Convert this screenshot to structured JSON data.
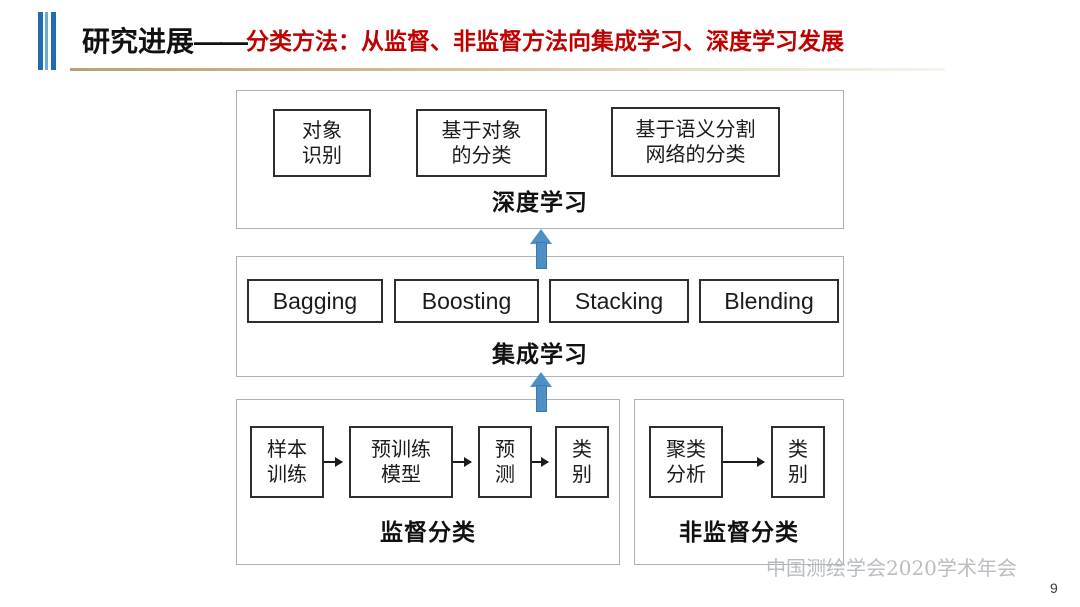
{
  "slide": {
    "title_main": "研究进展",
    "title_dash": "——",
    "title_sub": "分类方法：从监督、非监督方法向集成学习、深度学习发展",
    "accent_blue": "#1f6cb0",
    "accent_red": "#C00000",
    "rule_color": "#b9a173"
  },
  "diagram": {
    "deep_learning": {
      "label": "深度学习",
      "nodes": [
        {
          "name": "object-recognition",
          "text": "对象\n识别"
        },
        {
          "name": "object-based-classification",
          "text": "基于对象\n的分类"
        },
        {
          "name": "semantic-segmentation-classification",
          "text": "基于语义分割\n网络的分类"
        }
      ]
    },
    "ensemble_learning": {
      "label": "集成学习",
      "nodes": [
        {
          "name": "bagging",
          "text": "Bagging"
        },
        {
          "name": "boosting",
          "text": "Boosting"
        },
        {
          "name": "stacking",
          "text": "Stacking"
        },
        {
          "name": "blending",
          "text": "Blending"
        }
      ]
    },
    "supervised": {
      "label": "监督分类",
      "nodes": [
        {
          "name": "sample-training",
          "text": "样本\n训练"
        },
        {
          "name": "pretrained-model",
          "text": "预训练\n模型"
        },
        {
          "name": "prediction",
          "text": "预\n测"
        },
        {
          "name": "category",
          "text": "类\n别"
        }
      ]
    },
    "unsupervised": {
      "label": "非监督分类",
      "nodes": [
        {
          "name": "cluster-analysis",
          "text": "聚类\n分析"
        },
        {
          "name": "category",
          "text": "类\n别"
        }
      ]
    }
  },
  "footer": {
    "watermark": "中国测绘学会2020学术年会",
    "page_number": "9"
  }
}
